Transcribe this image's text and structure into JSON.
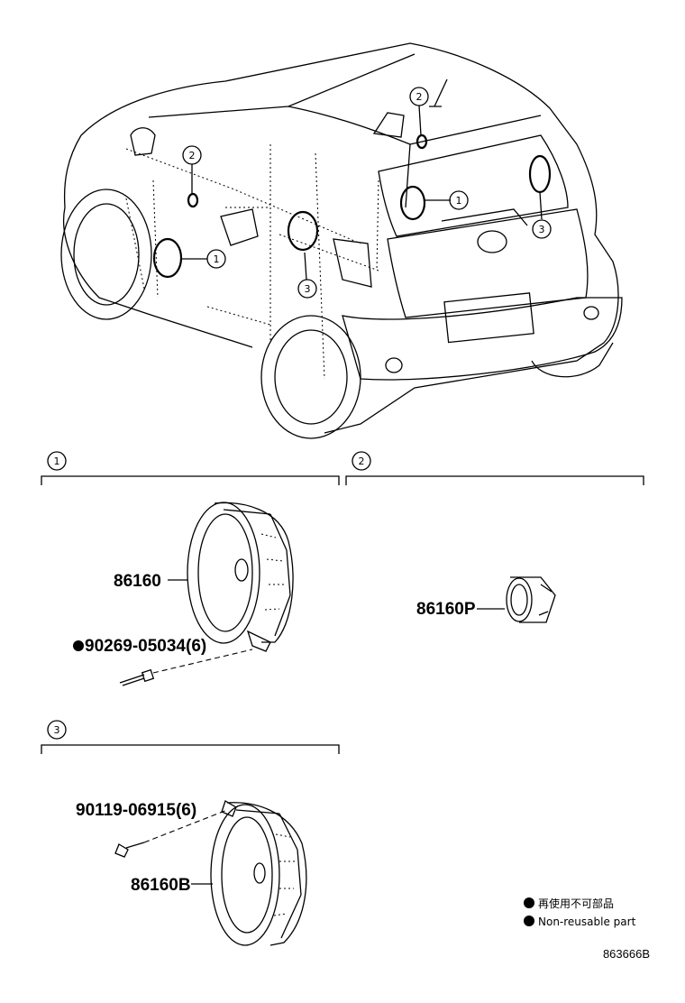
{
  "overview": {
    "callouts": [
      {
        "num": "1"
      },
      {
        "num": "1"
      },
      {
        "num": "2"
      },
      {
        "num": "2"
      },
      {
        "num": "3"
      },
      {
        "num": "3"
      }
    ]
  },
  "sections": [
    {
      "num": "1"
    },
    {
      "num": "2"
    },
    {
      "num": "3"
    }
  ],
  "parts": {
    "speaker_front": "86160",
    "bolt_front": "90269-05034(6)",
    "tweeter": "86160P",
    "screw_rear": "90119-06915(6)",
    "speaker_rear": "86160B"
  },
  "legend": {
    "jp_text": "再使用不可部品",
    "en_text": "Non-reusable part"
  },
  "figure_id": "863666B"
}
